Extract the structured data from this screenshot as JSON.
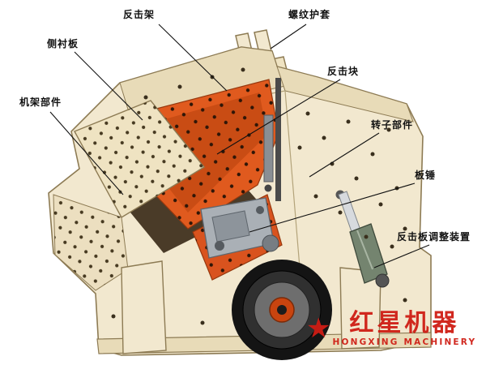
{
  "diagram": {
    "subject": "impact crusher cutaway technical illustration"
  },
  "labels": {
    "impact_frame": "反击架",
    "thread_sleeve": "螺纹护套",
    "side_liner": "侧衬板",
    "impact_block": "反击块",
    "frame_parts": "机架部件",
    "rotor_parts": "转子部件",
    "blow_bar": "板锤",
    "plate_adjuster": "反击板调整装置"
  },
  "watermark": {
    "brand_cn": "红星机器",
    "brand_en": "HONGXING MACHINERY",
    "star_icon": "★"
  },
  "colors": {
    "body_beige": "#f2e8cf",
    "roof_beige": "#e8dbb8",
    "lining_orange": "#e05a1e",
    "lining_orange_dark": "#c94c14",
    "outline_brown": "#8d7b54",
    "wheel_dark": "#141414",
    "hub_orange": "#c8440f",
    "brand_red": "#cf1d14",
    "background": "#ffffff"
  }
}
